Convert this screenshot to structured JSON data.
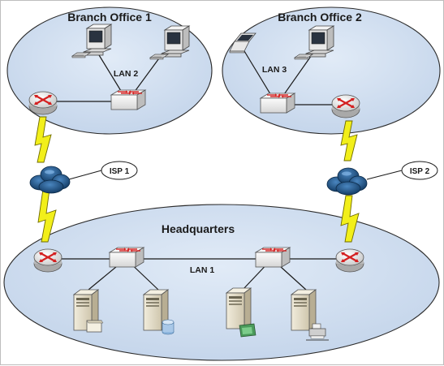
{
  "regions": {
    "branch1": "Branch Office 1",
    "branch2": "Branch Office 2",
    "hq": "Headquarters"
  },
  "lans": {
    "lan1": "LAN 1",
    "lan2": "LAN 2",
    "lan3": "LAN 3"
  },
  "isps": {
    "isp1": "ISP 1",
    "isp2": "ISP 2"
  },
  "colors": {
    "region_fill": "#c9d9ec",
    "region_stroke": "#2b2b2b",
    "router_mark": "#d42020",
    "lightning": "#f2ef1a",
    "cloud": "#1e4f82",
    "server": "#e4ddc7"
  },
  "icons": [
    "desktop-computer-icon",
    "laptop-icon",
    "router-icon",
    "switch-icon",
    "cloud-icon",
    "lightning-link-icon",
    "server-icon"
  ]
}
